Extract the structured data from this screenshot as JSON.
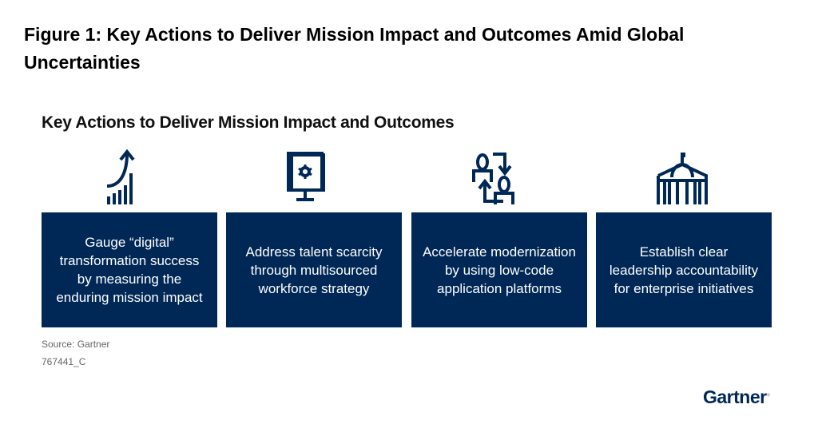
{
  "figure_title": "Figure 1: Key Actions to Deliver Mission Impact and Outcomes Amid Global Uncertainties",
  "subtitle": "Key Actions to Deliver Mission Impact and Outcomes",
  "cards": [
    {
      "icon": "growth-chart-icon",
      "text": "Gauge “digital” transformation success by measuring the enduring mission impact"
    },
    {
      "icon": "monitor-gear-icon",
      "text": "Address talent scarcity through multisourced workforce strategy"
    },
    {
      "icon": "people-exchange-icon",
      "text": "Accelerate modernization by using low-code application platforms"
    },
    {
      "icon": "capitol-building-icon",
      "text": "Establish clear leadership accountability for enterprise initiatives"
    }
  ],
  "source": "Source: Gartner",
  "figure_id": "767441_C",
  "logo": "Gartner",
  "colors": {
    "card": "#002856"
  }
}
